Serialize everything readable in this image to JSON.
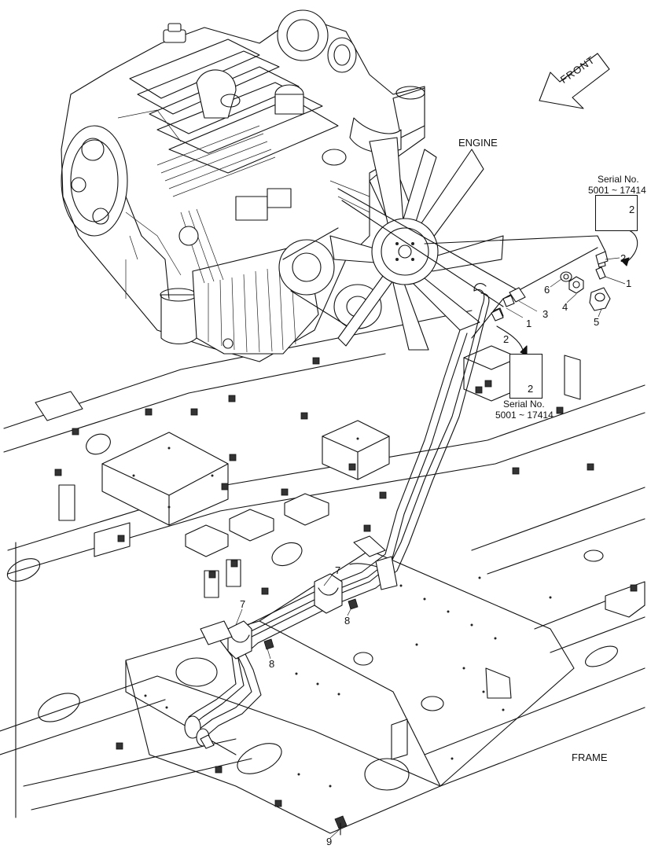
{
  "labels": {
    "front": "FRONT",
    "engine": "ENGINE",
    "frame": "FRAME"
  },
  "serial_top": {
    "line1": "Serial No.",
    "line2": "5001 ~ 17414",
    "part": "2"
  },
  "serial_mid": {
    "line1": "Serial No.",
    "line2": "5001 ~ 17414",
    "part": "2"
  },
  "callouts": {
    "c2a": "2",
    "c1a": "1",
    "c6": "6",
    "c4": "4",
    "c5": "5",
    "c3": "3",
    "c1b": "1",
    "c2b": "2",
    "c7a": "7",
    "c8a": "8",
    "c7b": "7",
    "c8b": "8",
    "c9": "9"
  }
}
